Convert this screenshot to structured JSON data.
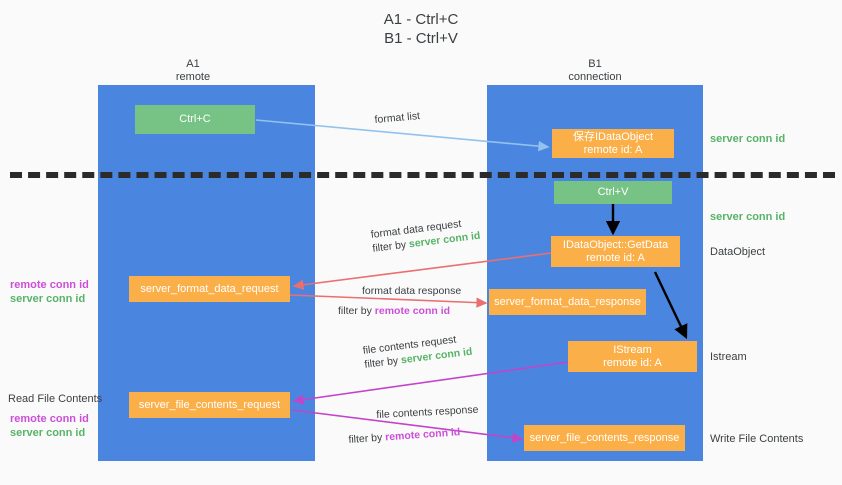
{
  "title": {
    "line1": "A1 - Ctrl+C",
    "line2": "B1 - Ctrl+V"
  },
  "columns": [
    {
      "name": "A1",
      "subtitle": "remote"
    },
    {
      "name": "B1",
      "subtitle": "connection"
    }
  ],
  "boxes": {
    "ctrl_c": "Ctrl+C",
    "ctrl_v": "Ctrl+V",
    "save_idataobject_l1": "保存IDataObject",
    "save_idataobject_l2": "remote id: A",
    "getdata_l1": "IDataObject::GetData",
    "getdata_l2": "remote id: A",
    "istream_l1": "IStream",
    "istream_l2": "remote id: A",
    "server_format_data_request": "server_format_data_request",
    "server_format_data_response": "server_format_data_response",
    "server_file_contents_request": "server_file_contents_request",
    "server_file_contents_response": "server_file_contents_response"
  },
  "right_notes": {
    "server_conn_id_top": "server conn id",
    "server_conn_id_mid": "server conn id",
    "dataobject": "DataObject",
    "istream": "Istream",
    "write_file_contents": "Write File Contents"
  },
  "left_notes": {
    "read_file_contents": "Read File Contents",
    "remote_conn_id_a": "remote conn id",
    "server_conn_id_a": "server conn id",
    "remote_conn_id_b": "remote conn id",
    "server_conn_id_b": "server conn id"
  },
  "edge_labels": {
    "format_list": "format list",
    "format_data_request": "format data request",
    "format_data_request_filter_prefix": "filter by ",
    "format_data_request_filter_value": "server conn id",
    "format_data_response": "format data response",
    "format_data_response_filter_prefix": "filter by ",
    "format_data_response_filter_value": "remote conn id",
    "file_contents_request": "file contents request",
    "file_contents_request_filter_prefix": "filter by ",
    "file_contents_request_filter_value": "server conn id",
    "file_contents_response": "file contents response",
    "file_contents_response_filter_prefix": "filter by ",
    "file_contents_response_filter_value": "remote conn id"
  },
  "colors": {
    "column_blue": "#4a86e0",
    "box_green": "#77c285",
    "box_orange": "#fbaf49",
    "arrow_lightblue": "#93c2ef",
    "arrow_red": "#ea6f6f",
    "arrow_black": "#000000",
    "arrow_magenta": "#c245c9",
    "text_green": "#57b368",
    "text_purple": "#cc4fd8",
    "background": "#fafafa"
  }
}
